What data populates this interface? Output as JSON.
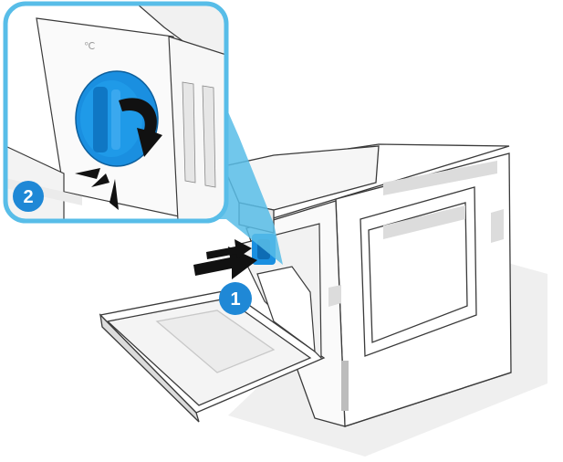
{
  "steps": [
    {
      "number": "1",
      "action": "press-release-button"
    },
    {
      "number": "2",
      "action": "rotate-knob-clockwise"
    }
  ],
  "colors": {
    "accent_blue": "#1a8fe0",
    "badge_blue": "#1f88d6",
    "callout_tint": "#58bde8",
    "line": "#3a3a3a",
    "arrow_black": "#111111",
    "shadow_grey": "#ececec"
  },
  "icons": [
    "black-push-arrow",
    "rotate-arrow",
    "click-lines"
  ]
}
